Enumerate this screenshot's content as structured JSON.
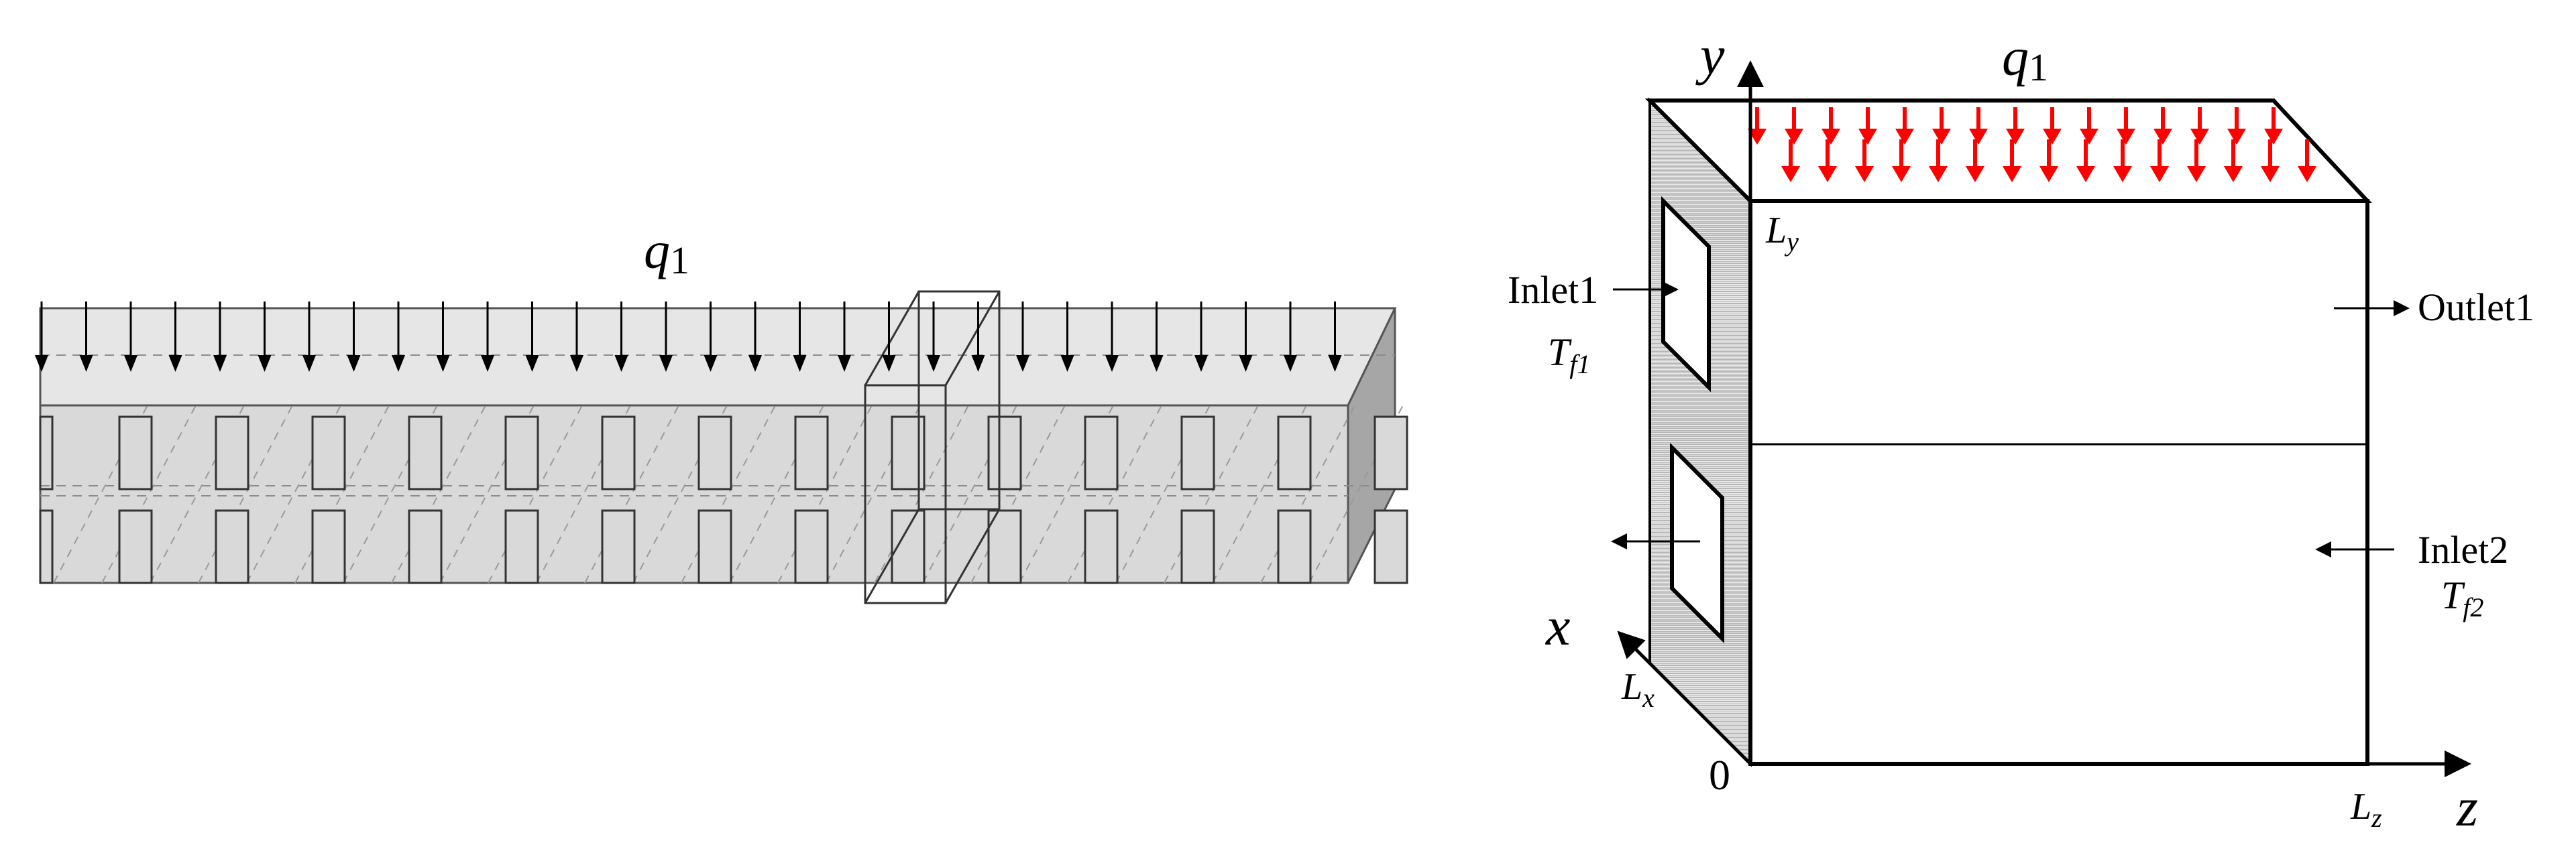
{
  "left_figure": {
    "heat_flux_label": "q",
    "heat_flux_subscript": "1"
  },
  "right_figure": {
    "heat_flux_label": "q",
    "heat_flux_subscript": "1",
    "axes": {
      "y": "y",
      "x": "x",
      "z": "z",
      "origin": "0"
    },
    "dimensions": {
      "ly": "L",
      "ly_sub": "y",
      "lx": "L",
      "lx_sub": "x",
      "lz": "L",
      "lz_sub": "z"
    },
    "inlet1": {
      "label": "Inlet1",
      "temp": "T",
      "temp_sub": "f1"
    },
    "outlet1": {
      "label": "Outlet1"
    },
    "inlet2": {
      "label": "Inlet2",
      "temp": "T",
      "temp_sub": "f2"
    }
  },
  "colors": {
    "heat_arrows_right": "#ff0000",
    "outline": "#000000",
    "channel_fill": "#d9d9d9",
    "end_face_fill": "#a6a6a6"
  }
}
